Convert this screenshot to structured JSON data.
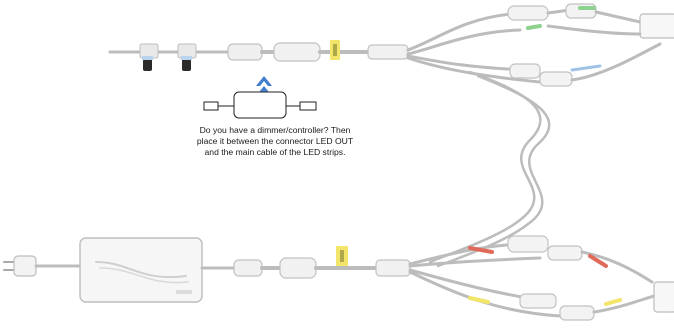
{
  "diagram": {
    "caption_lines": [
      "Do you have a dimmer/controller? Then",
      "place it between the connector LED OUT",
      "and the main cable of the LED strips."
    ],
    "colors": {
      "cable": "#c9c9c9",
      "cable_dark": "#a9a9a9",
      "arrow": "#3f7fcf",
      "highlight_yellow": "#f3e46a",
      "green": "#8fd18f",
      "red": "#e06a5a",
      "blue": "#9fc3e6"
    },
    "icons": [
      "dimmer-icon",
      "chevron-up-icon",
      "power-adapter-icon",
      "plug-icon",
      "clip-icon"
    ]
  }
}
